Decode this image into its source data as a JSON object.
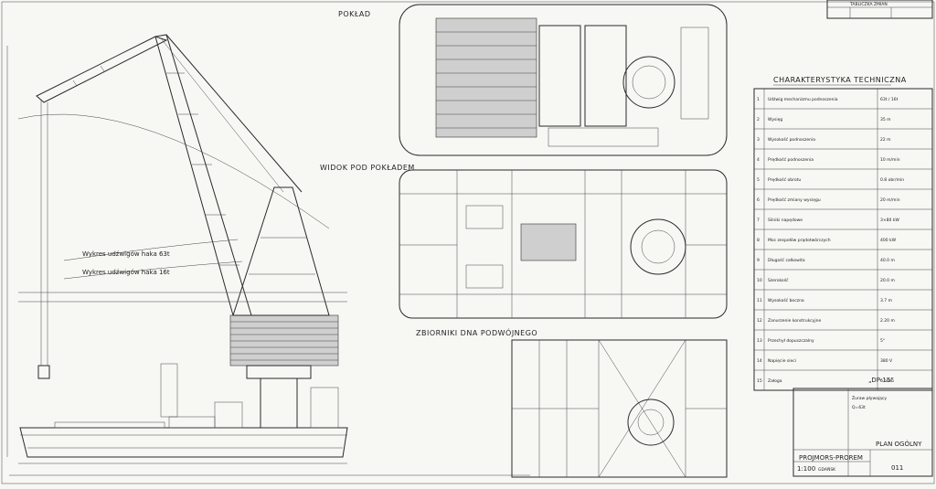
{
  "labels": {
    "deck": "POKŁAD",
    "deck_view": "WIDOK POD POKŁADEM",
    "double_bottom": "ZBIORNIKI DNA PODWÓJNEGO",
    "char_title": "CHARAKTERYSTYKA TECHNICZNA",
    "changes_title": "TABLICZKA ZMIAN",
    "hook_63": "Wykres udźwigów haka 63t",
    "hook_16": "Wykres udźwigów haka 16t",
    "dp_mark": "„DP-15”"
  },
  "title_block": {
    "company": "PROJMORS-PROREM",
    "city": "GDAŃSK",
    "scale": "1:100",
    "drawing_title": "PLAN OGÓLNY",
    "object": "Żuraw pływający",
    "capacity": "Q=63t",
    "sheet_no": "011"
  },
  "char_rows": [
    {
      "n": "1",
      "text": "Udźwig mechanizmu podnoszenia",
      "value": "63t / 16t"
    },
    {
      "n": "2",
      "text": "Wysięg",
      "value": "35 m"
    },
    {
      "n": "3",
      "text": "Wysokość podnoszenia",
      "value": "22 m"
    },
    {
      "n": "4",
      "text": "Prędkość podnoszenia",
      "value": "10 m/min"
    },
    {
      "n": "5",
      "text": "Prędkość obrotu",
      "value": "0.8 obr/min"
    },
    {
      "n": "6",
      "text": "Prędkość zmiany wysięgu",
      "value": "20 m/min"
    },
    {
      "n": "7",
      "text": "Silniki napędowe",
      "value": "3×80 kW"
    },
    {
      "n": "8",
      "text": "Moc zespołów prądotwórczych",
      "value": "400 kW"
    },
    {
      "n": "9",
      "text": "Długość całkowita",
      "value": "40.0 m"
    },
    {
      "n": "10",
      "text": "Szerokość",
      "value": "20.0 m"
    },
    {
      "n": "11",
      "text": "Wysokość boczna",
      "value": "3.7 m"
    },
    {
      "n": "12",
      "text": "Zanurzenie konstrukcyjne",
      "value": "2.20 m"
    },
    {
      "n": "13",
      "text": "Przechył dopuszczalny",
      "value": "5°"
    },
    {
      "n": "14",
      "text": "Napięcie sieci",
      "value": "380 V"
    },
    {
      "n": "15",
      "text": "Załoga",
      "value": "6 osób"
    }
  ]
}
